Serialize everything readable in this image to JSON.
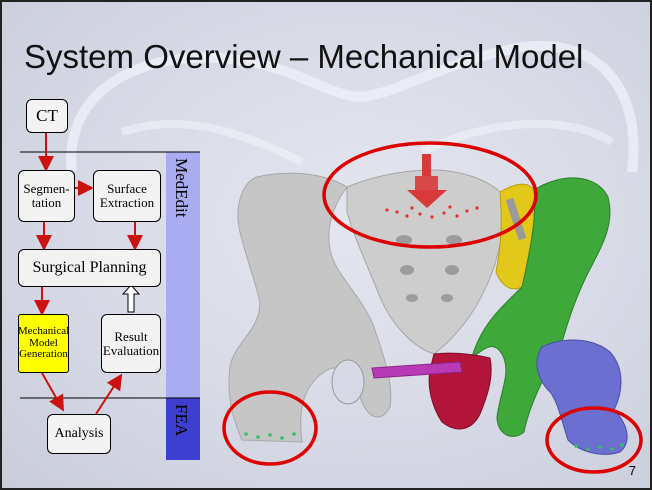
{
  "slide": {
    "title": "System Overview – Mechanical Model",
    "page_number": "7"
  },
  "flowchart": {
    "bands": {
      "mededit": "MedEdit",
      "fea": "FEA"
    },
    "nodes": {
      "ct": "CT",
      "segmentation": "Segmen-\ntation",
      "surface_extraction": "Surface\nExtraction",
      "surgical_planning": "Surgical Planning",
      "mechanical_model_generation": "Mechanical\nModel\nGeneration",
      "result_evaluation": "Result\nEvaluation",
      "analysis": "Analysis"
    }
  },
  "colors": {
    "mededit_band": "#a9acf0",
    "fea_band": "#3c3fd2",
    "highlight_node": "#ffff00",
    "arrow": "#cc1111",
    "highlight_circle": "#dd0000",
    "pelvis_bone": "#c8c8c8",
    "femur_blue": "#6b6fd0",
    "hip_green": "#3ea83a",
    "hip_yellow": "#e2c819",
    "pubis_red": "#b2143a",
    "ligament_magenta": "#b83ab6"
  },
  "image": {
    "subject": "pelvis-3d-model"
  }
}
